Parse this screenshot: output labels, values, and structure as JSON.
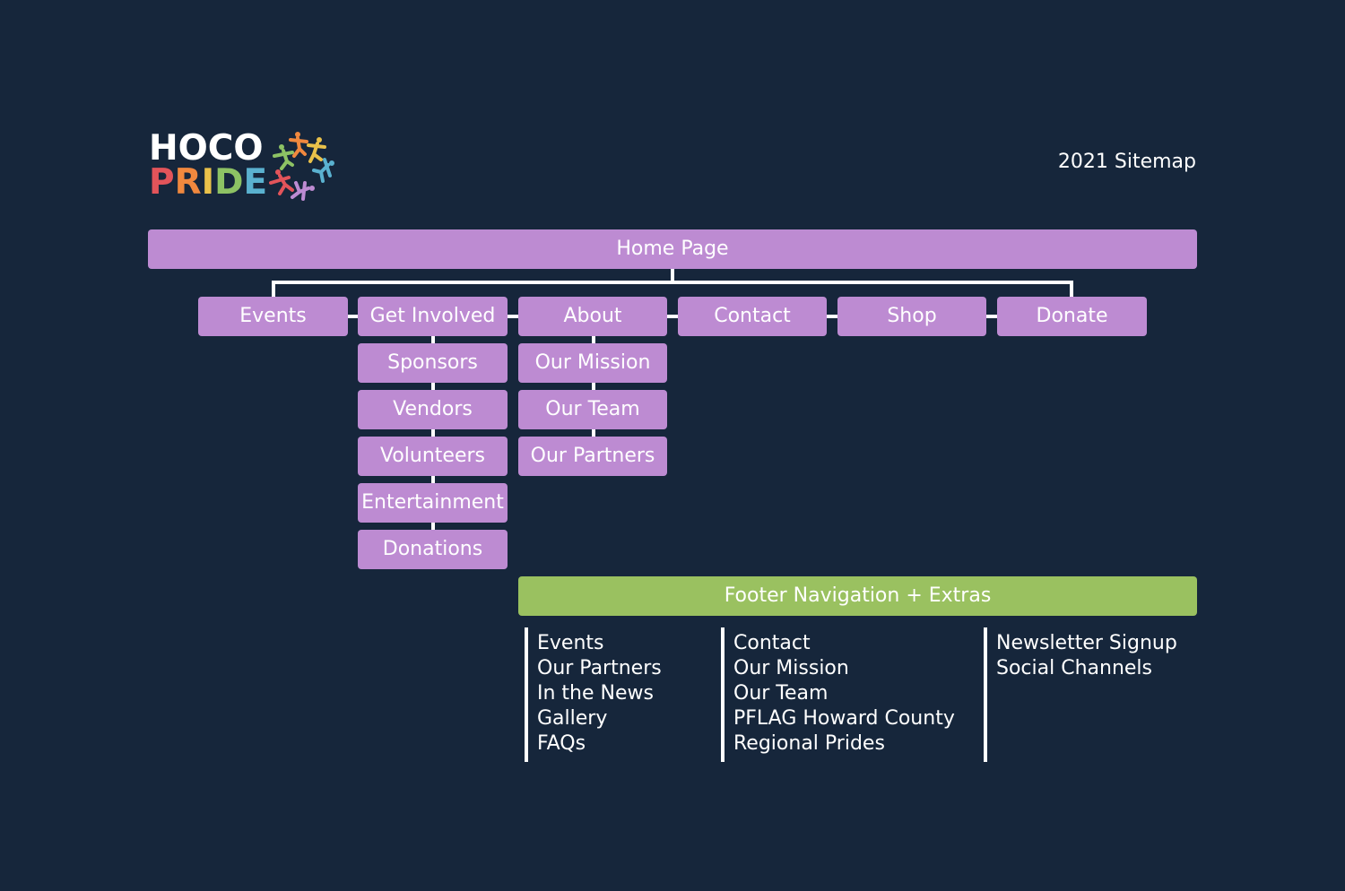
{
  "header": {
    "logo": {
      "line1": "HOCO",
      "line2_letters": [
        "P",
        "R",
        "I",
        "D",
        "E"
      ],
      "line2_colors": [
        "#e2545a",
        "#f0883e",
        "#e9c14a",
        "#8dc264",
        "#5ab1cf"
      ]
    },
    "subtitle": "2021 Sitemap"
  },
  "sitemap": {
    "root": "Home Page",
    "nav": [
      "Events",
      "Get Involved",
      "About",
      "Contact",
      "Shop",
      "Donate"
    ],
    "get_involved_children": [
      "Sponsors",
      "Vendors",
      "Volunteers",
      "Entertainment",
      "Donations"
    ],
    "about_children": [
      "Our Mission",
      "Our Team",
      "Our Partners"
    ]
  },
  "footer": {
    "title": "Footer Navigation + Extras",
    "columns": [
      [
        "Events",
        "Our Partners",
        "In the News",
        "Gallery",
        "FAQs"
      ],
      [
        "Contact",
        "Our Mission",
        "Our Team",
        "PFLAG Howard County",
        "Regional Prides"
      ],
      [
        "Newsletter Signup",
        "Social Channels"
      ]
    ]
  },
  "colors": {
    "background": "#16263b",
    "node_purple": "#bd8bd2",
    "node_green": "#9ac160",
    "connector": "#ffffff"
  }
}
